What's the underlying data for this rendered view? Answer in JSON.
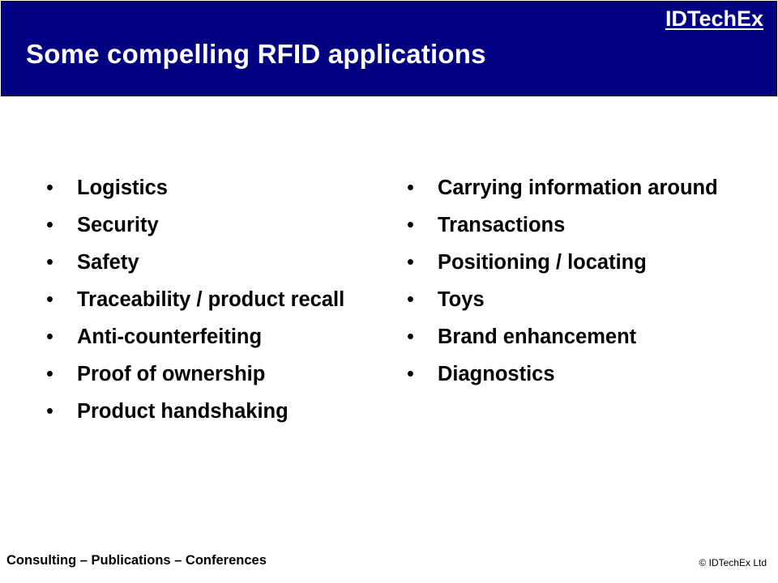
{
  "header": {
    "brand": "IDTechEx",
    "title": "Some compelling RFID applications",
    "band_color": "#000080"
  },
  "bullet_symbol": "•",
  "left_list": [
    "Logistics",
    "Security",
    "Safety",
    "Traceability / product recall",
    "Anti-counterfeiting",
    "Proof of ownership",
    "Product handshaking"
  ],
  "right_list": [
    "Carrying information around",
    "Transactions",
    "Positioning / locating",
    "Toys",
    "Brand enhancement",
    "Diagnostics"
  ],
  "footer": {
    "left": "Consulting – Publications – Conferences",
    "right": "© IDTechEx Ltd"
  }
}
